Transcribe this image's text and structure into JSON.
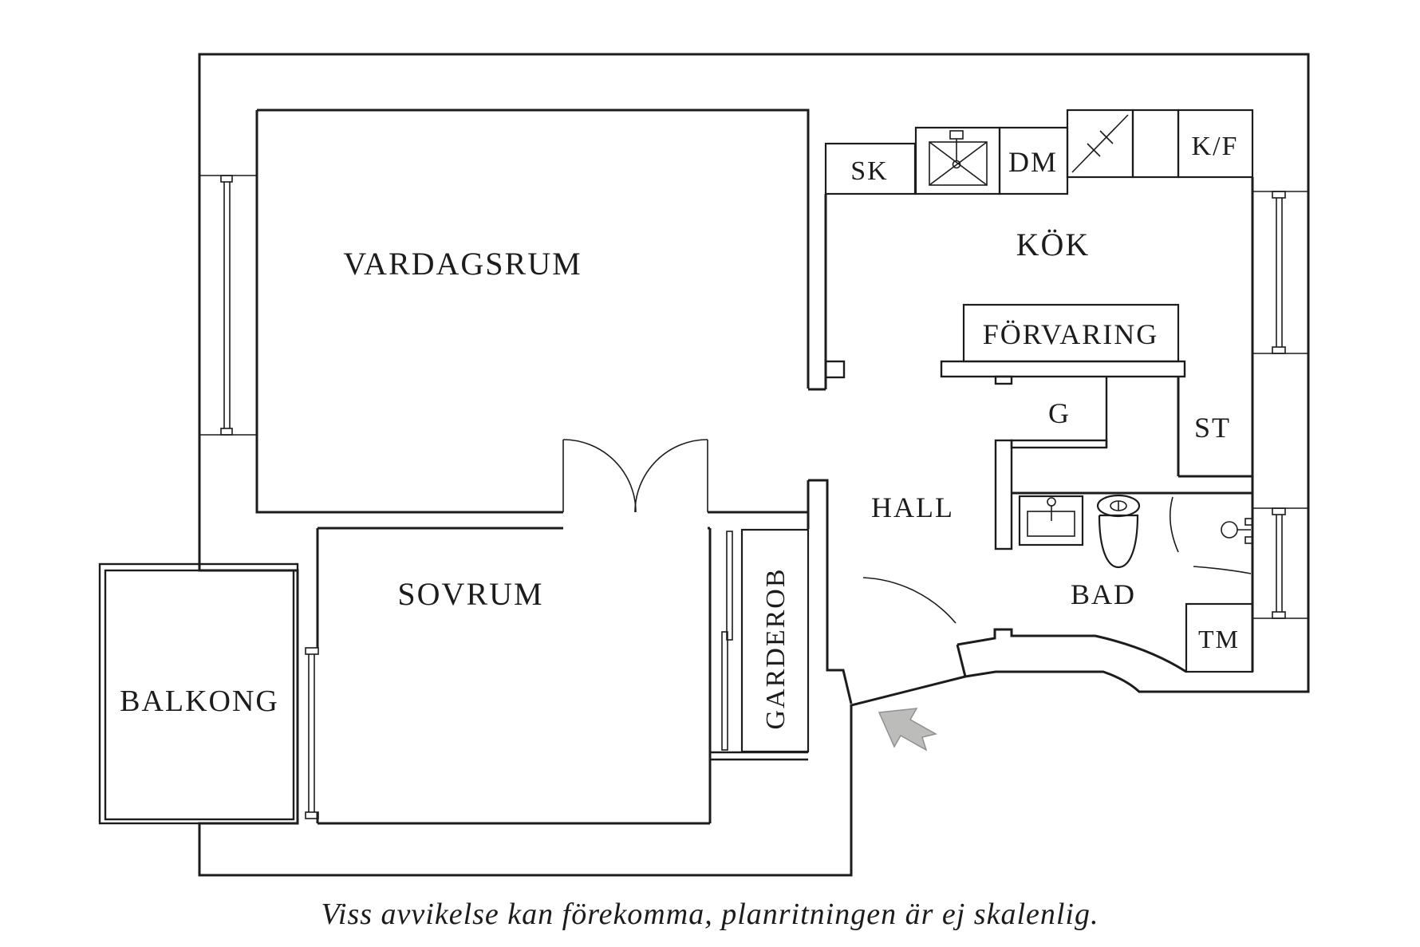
{
  "fp": {
    "labels": {
      "vardagsrum": "VARDAGSRUM",
      "kok": "KÖK",
      "sovrum": "SOVRUM",
      "balkong": "BALKONG",
      "hall": "HALL",
      "bad": "BAD",
      "garderob": "GARDEROB",
      "forvaring": "FÖRVARING",
      "g": "G",
      "st": "ST",
      "sk": "SK",
      "dm": "DM",
      "kf": "K/F",
      "tm": "TM"
    },
    "caption": "Viss avvikelse kan förekomma, planritningen är ej skalenlig.",
    "colors": {
      "line": "#1c1c1c",
      "background": "#ffffff",
      "arrow_fill": "#bcbcba",
      "arrow_stroke": "#90908e"
    }
  }
}
